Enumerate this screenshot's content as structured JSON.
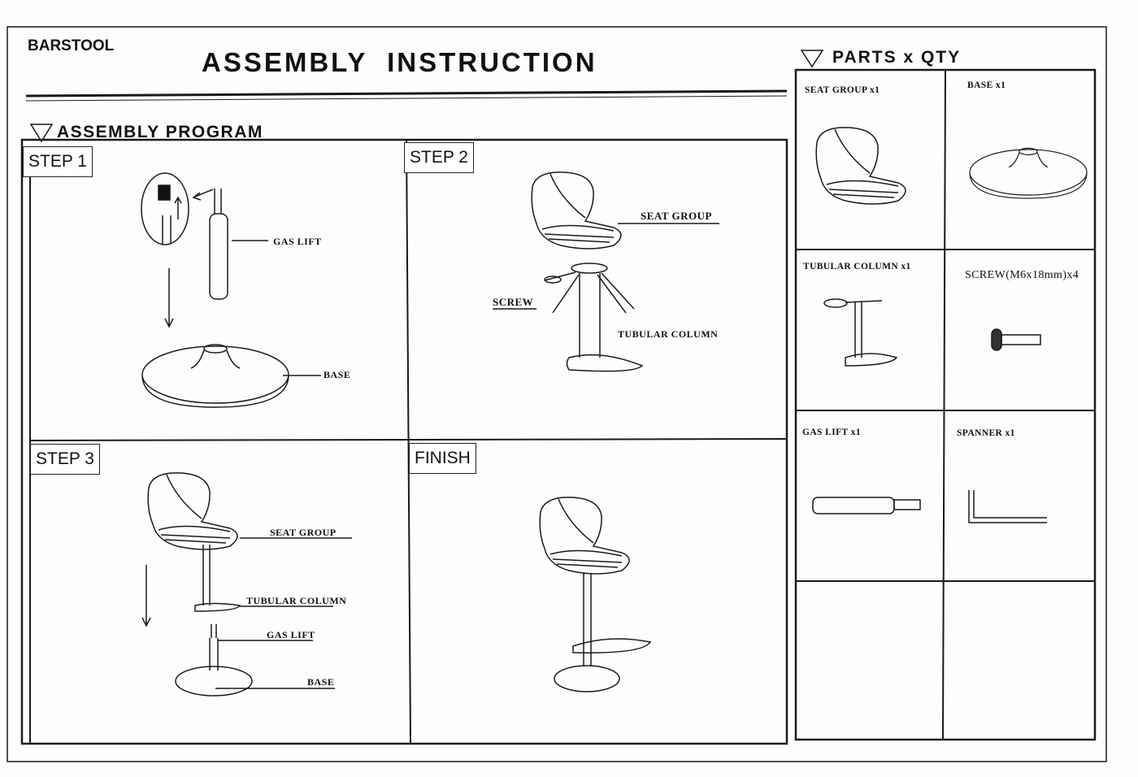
{
  "header": {
    "product": "BARSTOOL",
    "title": "ASSEMBLY  INSTRUCTION"
  },
  "program": {
    "heading": "ASSEMBLY PROGRAM",
    "steps": [
      {
        "label": "STEP 1",
        "callouts": [
          "GAS LIFT",
          "BASE"
        ]
      },
      {
        "label": "STEP 2",
        "callouts": [
          "SEAT GROUP",
          "SCREW",
          "TUBULAR COLUMN"
        ]
      },
      {
        "label": "STEP 3",
        "callouts": [
          "SEAT GROUP",
          "TUBULAR COLUMN",
          "GAS LIFT",
          "BASE"
        ]
      },
      {
        "label": "FINISH"
      }
    ]
  },
  "parts": {
    "heading": "PARTS x QTY",
    "items": [
      "SEAT GROUP x1",
      "BASE x1",
      "TUBULAR COLUMN x1",
      "SCREW(M6x18mm)x4",
      "GAS LIFT x1",
      "SPANNER x1"
    ]
  }
}
